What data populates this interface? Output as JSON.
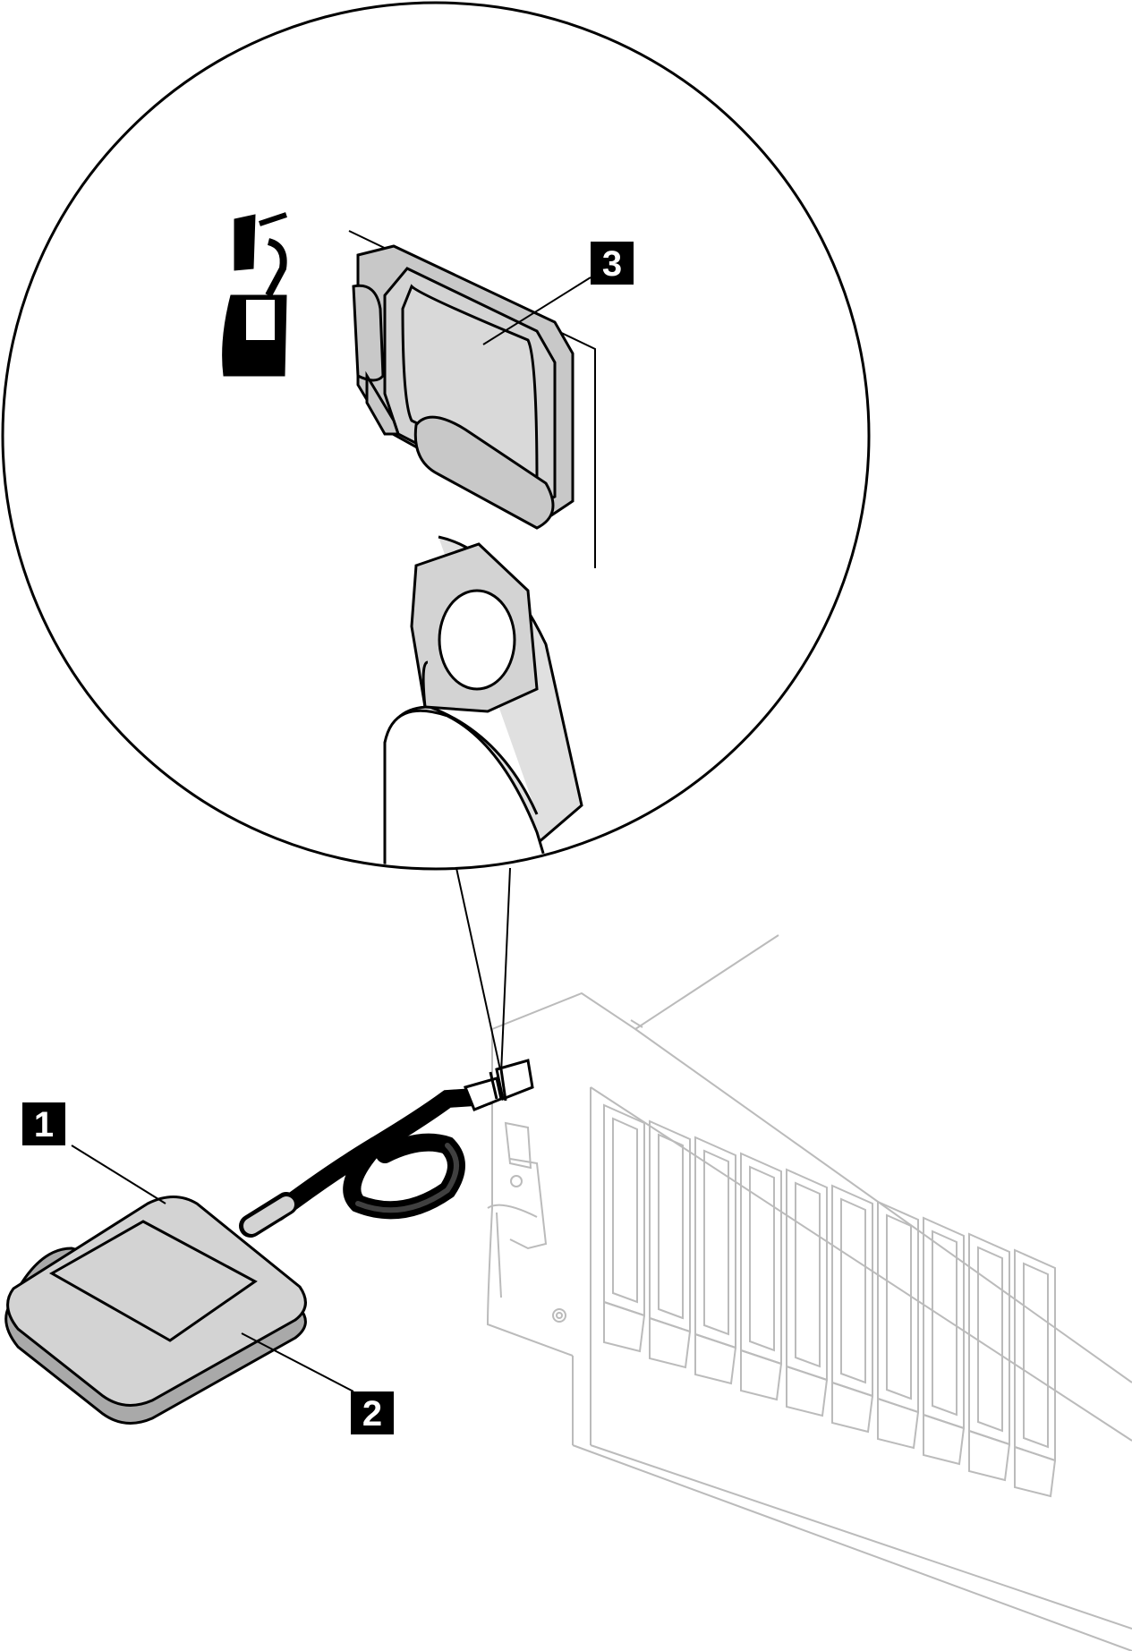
{
  "callouts": [
    {
      "number": "1",
      "part": "handset"
    },
    {
      "number": "2",
      "part": "handset-bottom-edge"
    },
    {
      "number": "3",
      "part": "handset-connector-port"
    }
  ],
  "icons": {
    "port_symbol": "external-diagnostics-handset-icon"
  },
  "colors": {
    "line": "#000000",
    "part_fill": "#d3d3d3",
    "part_fill_dark": "#a9a9a9",
    "server_line": "#bbbbbb",
    "callout_bg": "#000000",
    "callout_text": "#ffffff",
    "background": "#ffffff"
  }
}
